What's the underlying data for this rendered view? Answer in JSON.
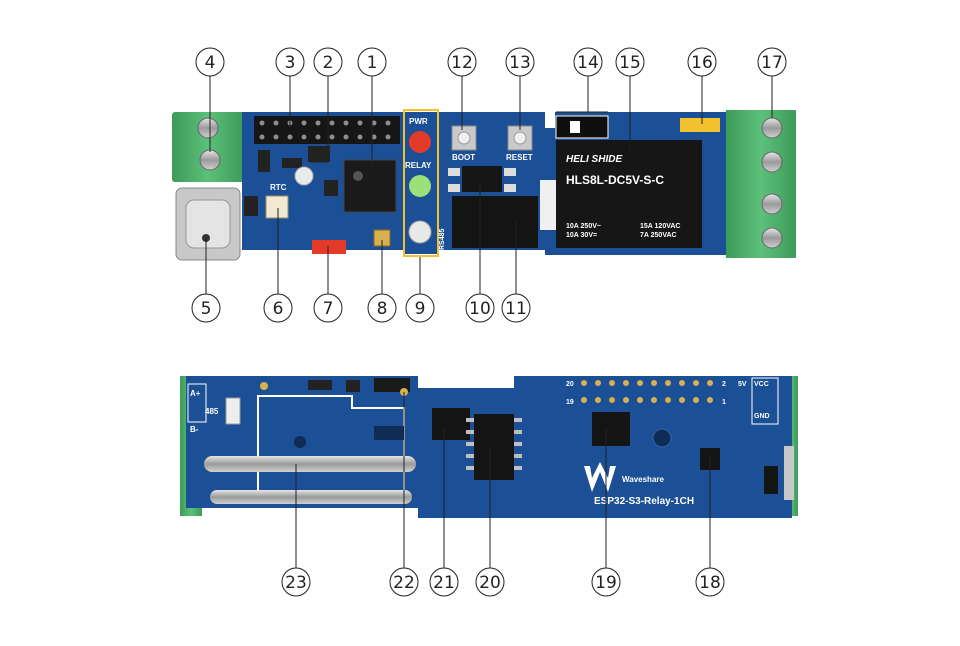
{
  "callouts": {
    "top": [
      "1",
      "2",
      "3",
      "4",
      "12",
      "13",
      "14",
      "15",
      "16",
      "17"
    ],
    "middle": [
      "5",
      "6",
      "7",
      "8",
      "9",
      "10",
      "11"
    ],
    "bottom": [
      "23",
      "22",
      "21",
      "20",
      "19",
      "18"
    ]
  },
  "board_top": {
    "pwr_label": "PWR",
    "relay_label": "RELAY",
    "boot_label": "BOOT",
    "reset_label": "RESET",
    "rtc_label": "RTC",
    "rs485_label": "RS485",
    "relay_brand": "HELI SHIDE",
    "relay_model": "HLS8L-DC5V-S-C",
    "relay_rating_1": "10A 250V~",
    "relay_rating_2": "10A  30V=",
    "relay_rating_3": "15A 120VAC",
    "relay_rating_4": "7A 250VAC"
  },
  "board_bottom": {
    "a_plus": "A+",
    "b_minus": "B-",
    "label_485": "485",
    "brand": "Waveshare",
    "model": "ESP32-S3-Relay-1CH",
    "vcc": "VCC",
    "five_v": "5V",
    "gnd": "GND",
    "pin_20": "20",
    "pin_2": "2",
    "pin_19": "19",
    "pin_1": "1"
  },
  "colors": {
    "pcb": "#1b4f96",
    "terminal": "#4fae6b",
    "relay": "#161616",
    "led_red": "#e43a2a",
    "led_green": "#9be07a",
    "jumper": "#f2c12e"
  }
}
